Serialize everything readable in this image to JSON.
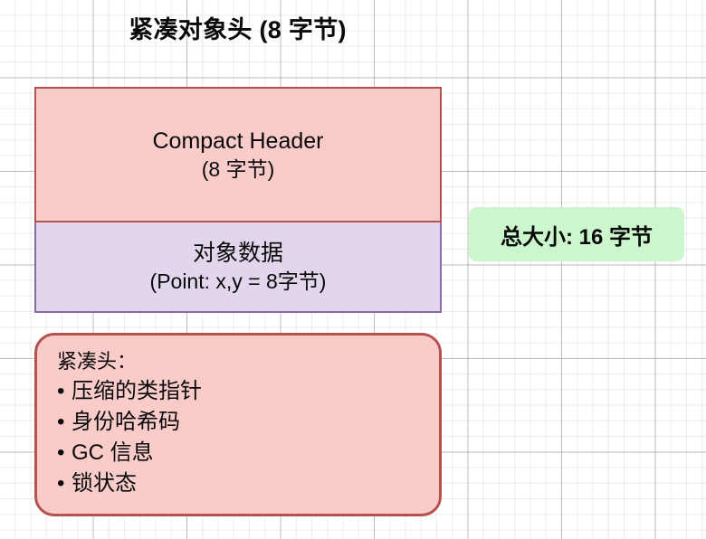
{
  "diagram": {
    "title": "紧凑对象头 (8 字节)",
    "memory_layout": {
      "header_block": {
        "name_line": "Compact Header",
        "size_line": "(8 字节)",
        "fill_color": "#f9ccca",
        "border_color": "#b4524f"
      },
      "data_block": {
        "name_line": "对象数据",
        "size_line": "(Point: x,y = 8字节)",
        "fill_color": "#e1d6ec",
        "border_color": "#8b6aa8"
      }
    },
    "total_badge": {
      "label": "总大小: 16 字节",
      "fill_color": "#ccf7cc"
    },
    "details": {
      "heading": "紧凑头：",
      "bullet_glyph": "•",
      "items": [
        "压缩的类指针",
        "身份哈希码",
        "GC 信息",
        "锁状态"
      ],
      "fill_color": "#f9ccca",
      "border_color": "#b4524f"
    }
  }
}
